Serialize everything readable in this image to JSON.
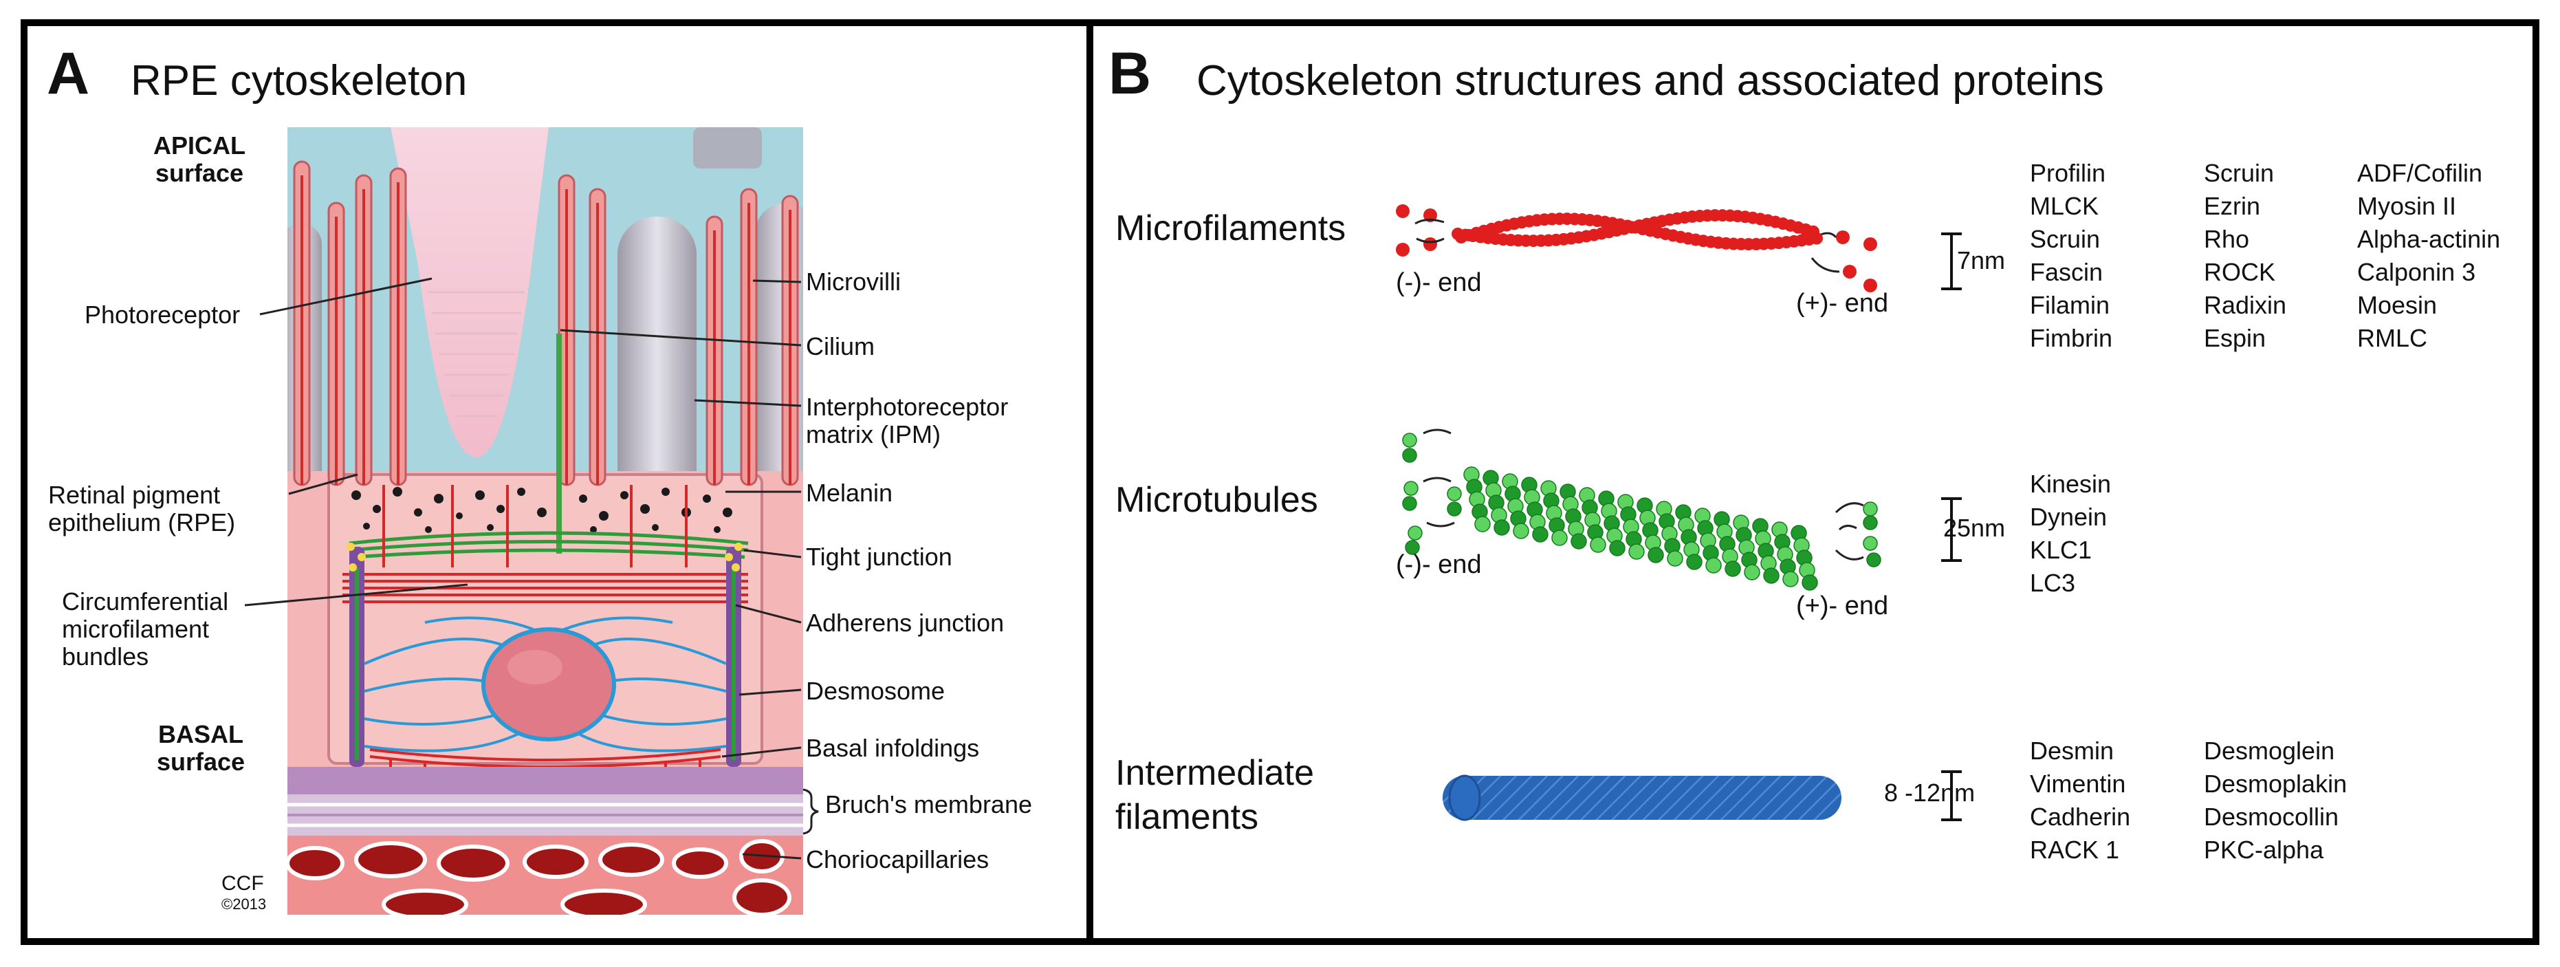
{
  "panel_a": {
    "letter": "A",
    "title": "RPE cytoskeleton",
    "apical_label": [
      "APICAL",
      "surface"
    ],
    "basal_label": [
      "BASAL",
      "surface"
    ],
    "left_labels": {
      "photoreceptor": "Photoreceptor",
      "rpe": [
        "Retinal pigment",
        "epithelium (RPE)"
      ],
      "circumferential": [
        "Circumferential",
        "microfilament",
        "bundles"
      ]
    },
    "right_labels": {
      "microvilli": "Microvilli",
      "cilium": "Cilium",
      "ipm": [
        "Interphotoreceptor",
        "matrix (IPM)"
      ],
      "melanin": "Melanin",
      "tight_junction": "Tight junction",
      "adherens_junction": "Adherens junction",
      "desmosome": "Desmosome",
      "basal_infoldings": "Basal infoldings",
      "bruchs_membrane": "Bruch's membrane",
      "choriocapillaries": "Choriocapillaries"
    },
    "credit": "CCF",
    "credit_year": "©2013"
  },
  "panel_b": {
    "letter": "B",
    "title": "Cytoskeleton structures and associated proteins",
    "rows": {
      "microfilaments": {
        "name": "Microfilaments",
        "minus_end": "(-)- end",
        "plus_end": "(+)- end",
        "scale_value": "7",
        "scale_unit": "nm",
        "proteins": [
          [
            "Profilin",
            "MLCK",
            "Scruin",
            "Fascin",
            "Filamin",
            "Fimbrin"
          ],
          [
            "Scruin",
            "Ezrin",
            "Rho",
            "ROCK",
            "Radixin",
            "Espin"
          ],
          [
            "ADF/Cofilin",
            "Myosin II",
            "Alpha-actinin",
            "Calponin 3",
            "Moesin",
            "RMLC"
          ]
        ]
      },
      "microtubules": {
        "name": "Microtubules",
        "minus_end": "(-)- end",
        "plus_end": "(+)- end",
        "scale_value": "25",
        "scale_unit": "nm",
        "proteins": [
          [
            "Kinesin",
            "Dynein",
            "KLC1",
            "LC3"
          ]
        ]
      },
      "intermediate": {
        "name": [
          "Intermediate",
          "filaments"
        ],
        "scale_value": "8 -12",
        "scale_unit": "nm",
        "proteins": [
          [
            "Desmin",
            "Vimentin",
            "Cadherin",
            "RACK 1"
          ],
          [
            "Desmoglein",
            "Desmoplakin",
            "Desmocollin",
            "PKC-alpha"
          ]
        ]
      }
    }
  },
  "colors": {
    "actin": "#e01e1e",
    "tubulin_light": "#5fd35f",
    "tubulin_dark": "#1f9a2a",
    "intermediate": "#2866b8",
    "ipm_blue": "#a9d5de",
    "rpe_pink": "#f4b6b6",
    "melanin": "#1a1a1a",
    "nucleus": "#e07a86",
    "intermediate_net": "#2a9ad6"
  }
}
